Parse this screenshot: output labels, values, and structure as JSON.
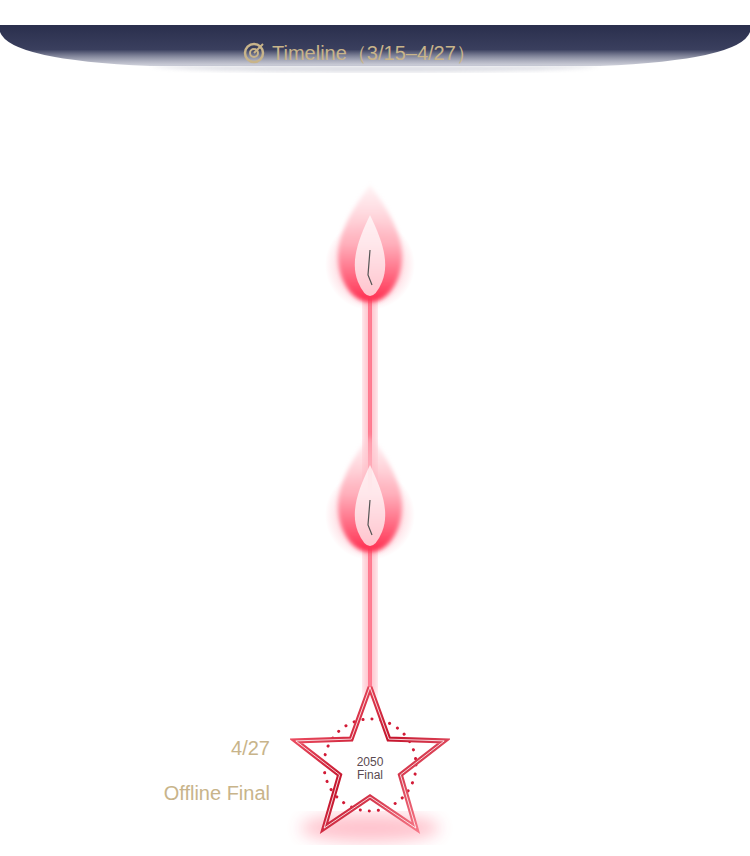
{
  "diagram": {
    "title": "Timeline（3/15–4/27）",
    "nodes": [
      {
        "text": [
          "2050 Final"
        ]
      }
    ],
    "labels": [
      "4/27",
      "Offline Final"
    ]
  }
}
